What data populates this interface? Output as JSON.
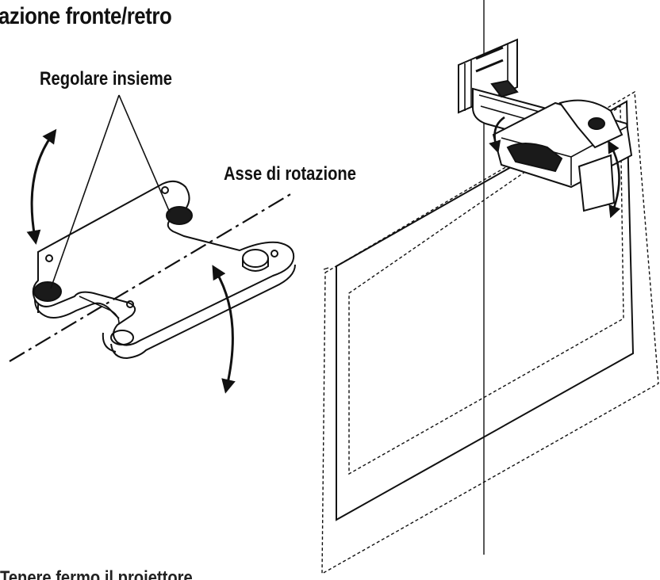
{
  "diagram": {
    "title": "azione fronte/retro",
    "labels": {
      "adjust_together": "Regolare insieme",
      "rotation_axis": "Asse di rotazione"
    },
    "footer_text_cropped": "Tenere fermo il proiettore",
    "colors": {
      "line": "#111111",
      "fill_dark": "#1a1a1a",
      "background": "#ffffff"
    }
  }
}
